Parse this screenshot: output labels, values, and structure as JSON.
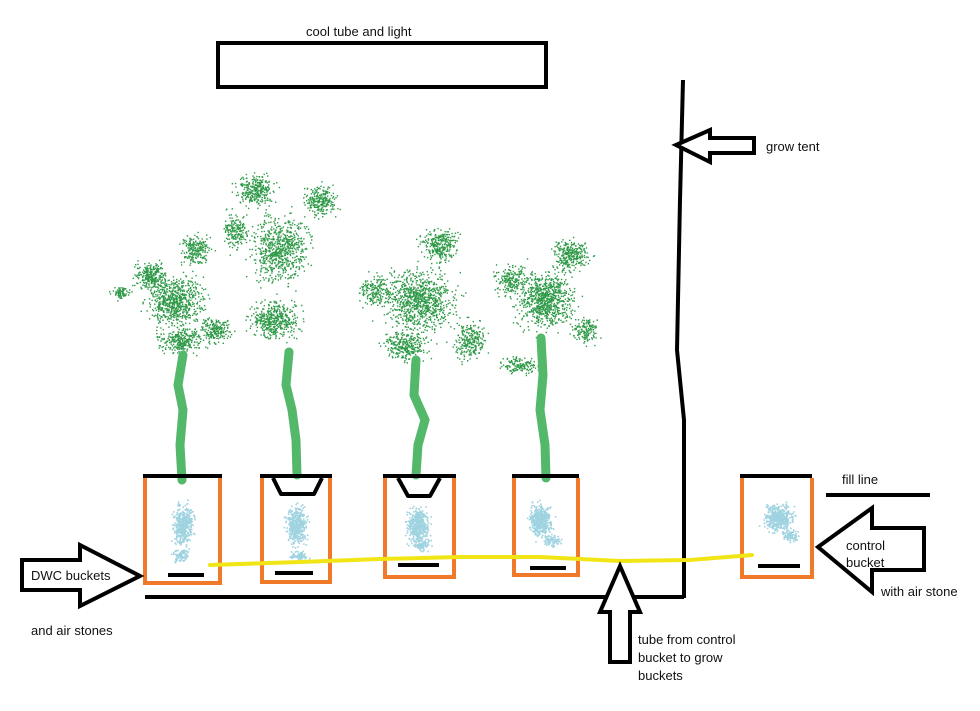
{
  "labels": {
    "light": "cool tube and light",
    "tent": "grow tent",
    "fill_line": "fill line",
    "buckets_line1": "DWC buckets",
    "buckets_line2": "and air stones",
    "control_line1": "control",
    "control_line2": "bucket",
    "control_line3": "with air stone",
    "tube_line1": "tube from control",
    "tube_line2": "bucket to grow",
    "tube_line3": "buckets"
  },
  "colors": {
    "outline": "#000000",
    "bucket": "#f07a2a",
    "water": "#9fd3e0",
    "stem": "#54b86a",
    "foliage": "#2f9a48",
    "tube": "#f2e516"
  },
  "items": {
    "grow_bucket_count": 4,
    "control_bucket_count": 1,
    "plant_count": 4
  }
}
